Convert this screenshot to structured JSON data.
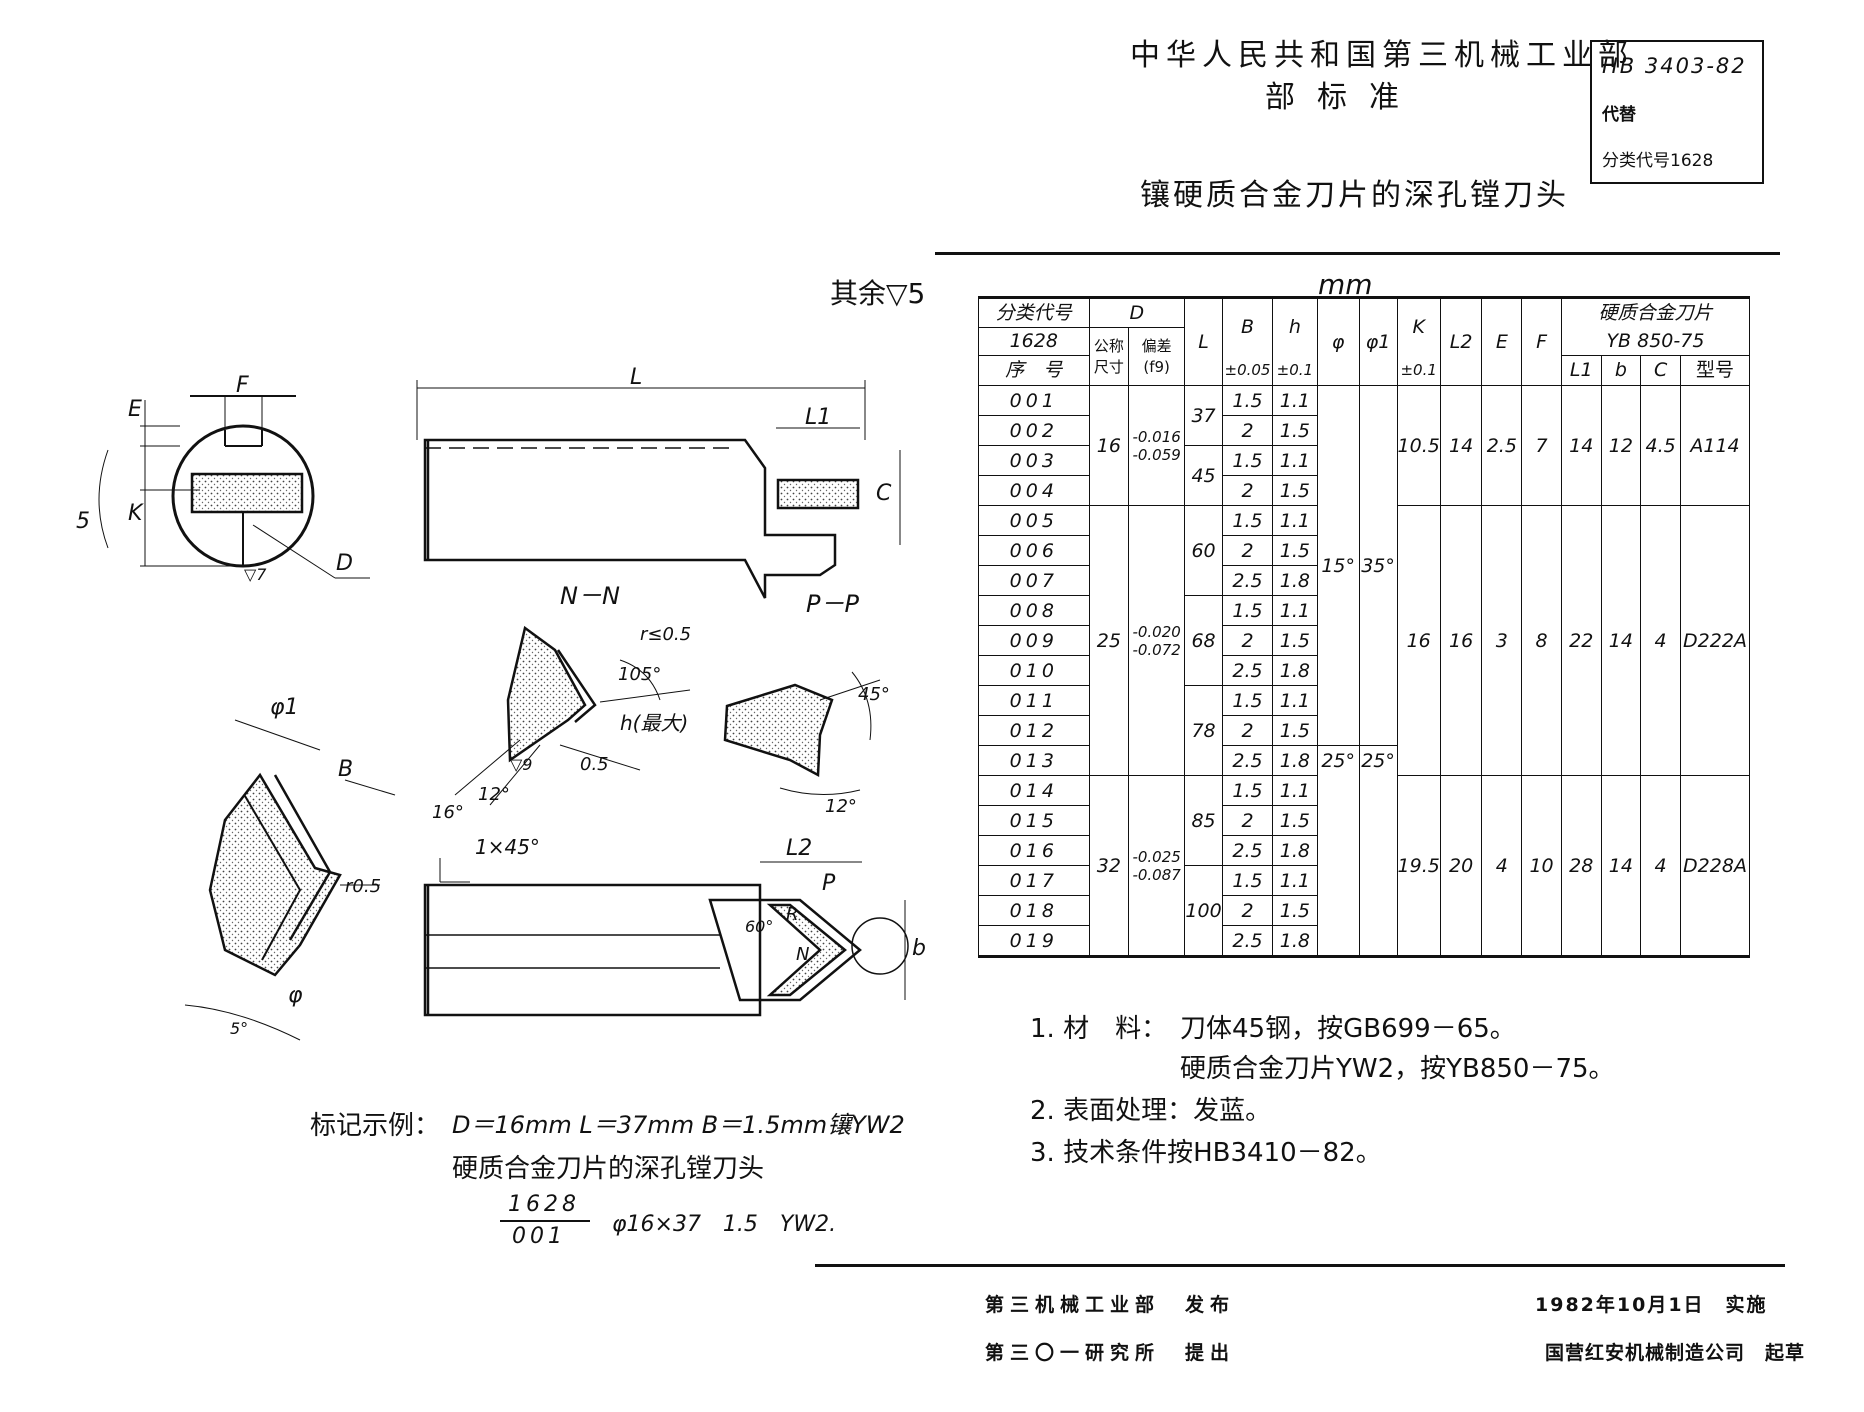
{
  "header": {
    "ministry": "中华人民共和国第三机械工业部",
    "standard_type": "部标准",
    "title": "镶硬质合金刀片的深孔镗刀头"
  },
  "std_box": {
    "code": "HB 3403-82",
    "replaces_label": "代替",
    "class_code": "分类代号1628"
  },
  "surface_note": "其余▽5",
  "unit": "mm",
  "table": {
    "h_class": "分类代号",
    "h_code": "1628",
    "h_seq": "序　号",
    "h_D": "D",
    "h_D_nom": "公称尺寸",
    "h_D_dev": "偏差(f9)",
    "h_L": "L",
    "h_B": "B",
    "h_B_tol": "±0.05",
    "h_h": "h",
    "h_h_tol": "±0.1",
    "h_phi": "φ",
    "h_phi1": "φ1",
    "h_K": "K",
    "h_K_tol": "±0.1",
    "h_L2": "L2",
    "h_E": "E",
    "h_F": "F",
    "h_insert": "硬质合金刀片",
    "h_insert_std": "YB 850-75",
    "h_L1": "L1",
    "h_b": "b",
    "h_c": "C",
    "h_type": "型号",
    "rows": [
      {
        "no": "001",
        "B": "1.5",
        "h": "1.1"
      },
      {
        "no": "002",
        "B": "2",
        "h": "1.5"
      },
      {
        "no": "003",
        "B": "1.5",
        "h": "1.1"
      },
      {
        "no": "004",
        "B": "2",
        "h": "1.5"
      },
      {
        "no": "005",
        "B": "1.5",
        "h": "1.1"
      },
      {
        "no": "006",
        "B": "2",
        "h": "1.5"
      },
      {
        "no": "007",
        "B": "2.5",
        "h": "1.8"
      },
      {
        "no": "008",
        "B": "1.5",
        "h": "1.1"
      },
      {
        "no": "009",
        "B": "2",
        "h": "1.5"
      },
      {
        "no": "010",
        "B": "2.5",
        "h": "1.8"
      },
      {
        "no": "011",
        "B": "1.5",
        "h": "1.1"
      },
      {
        "no": "012",
        "B": "2",
        "h": "1.5"
      },
      {
        "no": "013",
        "B": "2.5",
        "h": "1.8"
      },
      {
        "no": "014",
        "B": "1.5",
        "h": "1.1"
      },
      {
        "no": "015",
        "B": "2",
        "h": "1.5"
      },
      {
        "no": "016",
        "B": "2.5",
        "h": "1.8"
      },
      {
        "no": "017",
        "B": "1.5",
        "h": "1.1"
      },
      {
        "no": "018",
        "B": "2",
        "h": "1.5"
      },
      {
        "no": "019",
        "B": "2.5",
        "h": "1.8"
      }
    ],
    "g1": {
      "D": "16",
      "dev_hi": "-0.016",
      "dev_lo": "-0.059",
      "L_a": "37",
      "L_b": "45",
      "K": "10.5",
      "L2": "14",
      "E": "2.5",
      "F": "7",
      "L1": "14",
      "b": "12",
      "c": "4.5",
      "type": "A114"
    },
    "g2": {
      "D": "25",
      "dev_hi": "-0.020",
      "dev_lo": "-0.072",
      "L_a": "60",
      "L_b": "68",
      "L_c": "78",
      "K": "16",
      "L2": "16",
      "E": "3",
      "F": "8",
      "L1": "22",
      "b": "14",
      "c": "4",
      "type": "D222A"
    },
    "g3": {
      "D": "32",
      "dev_hi": "-0.025",
      "dev_lo": "-0.087",
      "L_a": "85",
      "L_b": "100",
      "K": "19.5",
      "L2": "20",
      "E": "4",
      "F": "10",
      "L1": "28",
      "b": "14",
      "c": "4",
      "type": "D228A"
    },
    "phi_a": "15°",
    "phi1_a": "35°",
    "phi_b": "25°",
    "phi1_b": "25°"
  },
  "notes": {
    "n1_label": "1. 材　料：",
    "n1a": "刀体45钢，按GB699－65。",
    "n1b": "硬质合金刀片YW2，按YB850－75。",
    "n2": "2. 表面处理：发蓝。",
    "n3": "3. 技术条件按HB3410－82。"
  },
  "example": {
    "label": "标记示例：",
    "text1": "D＝16mm L＝37mm B＝1.5mm镶YW2",
    "text2": "硬质合金刀片的深孔镗刀头",
    "frac_top": "1628",
    "frac_bottom": "001",
    "spec": "φ16×37　1.5　YW2."
  },
  "drawing_labels": {
    "F": "F",
    "E": "E",
    "K": "K",
    "D": "D",
    "L": "L",
    "L1": "L1",
    "L2": "L2",
    "C": "C",
    "five": "5",
    "tri7": "▽7",
    "NN": "N－N",
    "PP": "P－P",
    "phi1": "φ1",
    "B": "B",
    "phi": "φ",
    "five_deg": "5°",
    "r05": "r0.5",
    "chamfer": "1×45°",
    "sixty": "60°",
    "P": "P",
    "N": "N",
    "R": "R",
    "b": "b",
    "r_le": "r≤0.5",
    "a105": "105°",
    "h_max": "h(最大)",
    "d05": "0.5",
    "a16": "16°",
    "a12": "12°",
    "tri9": "▽9",
    "a45": "45°",
    "a12b": "12°"
  },
  "footer": {
    "publisher": "第三机械工业部　发布",
    "date": "1982年10月1日　实施",
    "proposer": "第三〇一研究所　提出",
    "drafter": "国营红安机械制造公司　起草"
  }
}
